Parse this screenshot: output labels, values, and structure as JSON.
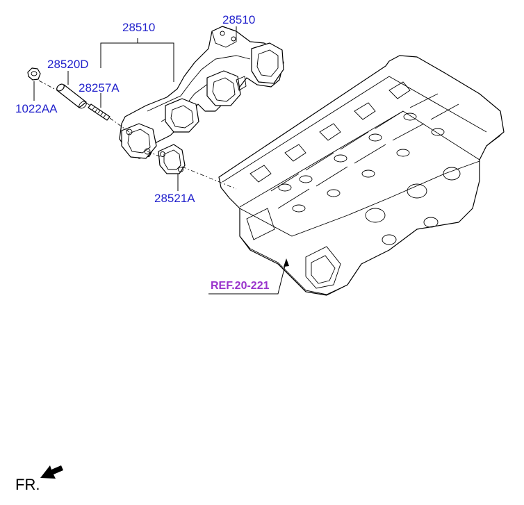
{
  "labels": {
    "manifold_a": "28510",
    "manifold_b": "28510",
    "stud_sleeve": "28520D",
    "stud": "28257A",
    "nut": "1022AA",
    "gasket": "28521A",
    "reference": "REF.20-221",
    "front_indicator": "FR."
  },
  "colors": {
    "callout": "#2222cc",
    "reference": "#9933cc",
    "line_art": "#000000"
  },
  "icons": {
    "front_arrow": "arrow-left-down-icon"
  }
}
